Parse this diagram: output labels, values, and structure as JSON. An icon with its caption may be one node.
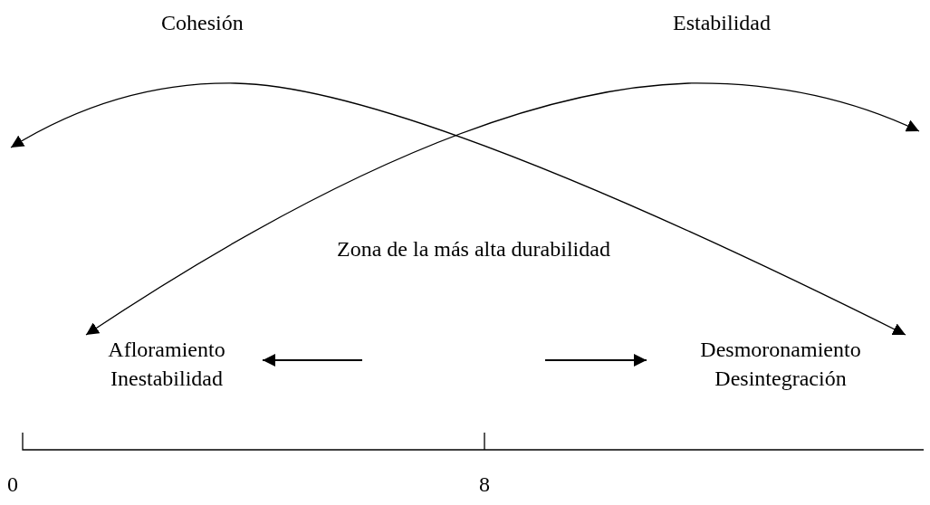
{
  "diagram": {
    "nodes": [
      {
        "text": [
          "Afloramiento",
          "Inestabilidad"
        ]
      },
      {
        "text": [
          "Desmoronamiento",
          "Desintegración"
        ]
      }
    ],
    "edges": [
      {
        "from": null,
        "to": 1,
        "arrow": "both",
        "label": "Cohesión"
      },
      {
        "from": 0,
        "to": null,
        "arrow": "both",
        "label": "Estabilidad"
      },
      {
        "from": null,
        "to": 0,
        "arrow": "to"
      },
      {
        "from": null,
        "to": 1,
        "arrow": "to"
      }
    ],
    "labels": [
      "Zona de la más alta durabilidad",
      "0",
      "8"
    ]
  }
}
